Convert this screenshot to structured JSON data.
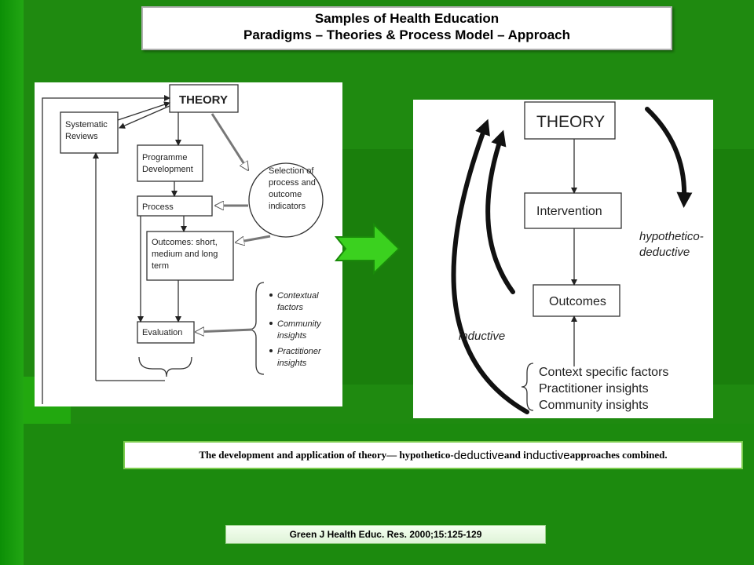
{
  "header": {
    "title_line1": "Samples of Health Education",
    "title_line2": "Paradigms – Theories & Process Model – Approach"
  },
  "left_diagram": {
    "theory": "THEORY",
    "systematic_reviews": [
      "Systematic",
      "Reviews"
    ],
    "programme_development": [
      "Programme",
      "Development"
    ],
    "process": "Process",
    "outcomes": [
      "Outcomes: short,",
      "medium and long",
      "term"
    ],
    "evaluation": "Evaluation",
    "selection": [
      "Selection of",
      "process and",
      "outcome",
      "indicators"
    ],
    "influences": [
      [
        "Contextual",
        "factors"
      ],
      [
        "Community",
        "insights"
      ],
      [
        "Practitioner",
        "insights"
      ]
    ]
  },
  "right_diagram": {
    "theory": "THEORY",
    "intervention": "Intervention",
    "outcomes": "Outcomes",
    "hypothetico": [
      "hypothetico-",
      "deductive"
    ],
    "inductive": "inductive",
    "factors": [
      "Context specific factors",
      "Practitioner insights",
      "Community insights"
    ]
  },
  "caption": {
    "part1": "The development and application of theory— hypothetico-",
    "part2": "deductive",
    "part3": " and i",
    "part4": "nductive",
    "part5": " approaches combined."
  },
  "reference": "Green J Health Educ. Res. 2000;15:125-129",
  "colors": {
    "background": "#1f8a10",
    "arrow_green": "#3bd11f"
  }
}
